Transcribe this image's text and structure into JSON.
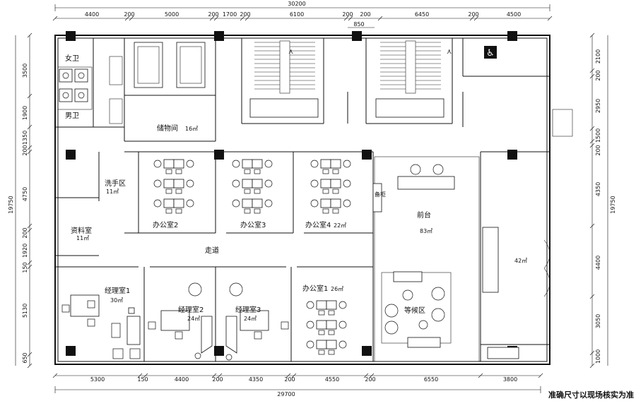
{
  "dimensions": {
    "top_total": "30200",
    "top_segments": [
      "4400",
      "200",
      "5000",
      "200",
      "1700",
      "200",
      "6100",
      "200",
      "200",
      "6450",
      "200",
      "4500"
    ],
    "top_sub": "850",
    "bottom_total": "29700",
    "bottom_segments": [
      "5300",
      "150",
      "4400",
      "200",
      "4350",
      "200",
      "4550",
      "200",
      "6550",
      "3800"
    ],
    "left_total": "19750",
    "left_segments": [
      "3500",
      "1900",
      "1350",
      "200",
      "4750",
      "200",
      "1920",
      "150",
      "5130",
      "650"
    ],
    "right_total": "19750",
    "right_segments": [
      "2100",
      "200",
      "2950",
      "1500",
      "200",
      "4350",
      "4400",
      "3050",
      "1000"
    ]
  },
  "rooms": {
    "female_wc": "女卫",
    "male_wc": "男卫",
    "storage": "储物间",
    "storage_area": "16㎡",
    "wash_area": "洗手区",
    "wash_area_size": "11㎡",
    "archive": "资料室",
    "archive_area": "11㎡",
    "office2": "办公室2",
    "office3": "办公室3",
    "office4": "办公室4",
    "office4_area": "22㎡",
    "corridor": "走道",
    "reception": "前台",
    "reception_area": "83㎡",
    "cabinet": "备柜",
    "side_room_area": "42㎡",
    "manager1": "经理室1",
    "manager1_area": "30㎡",
    "manager2": "经理室2",
    "manager2_area": "24㎡",
    "manager3": "经理室3",
    "manager3_area": "24㎡",
    "office1": "办公室1",
    "office1_area": "26㎡",
    "waiting": "等候区"
  },
  "note": "准确尺寸以现场核实为准",
  "icons": [
    "wheelchair-icon",
    "stair-arrow-icon"
  ]
}
